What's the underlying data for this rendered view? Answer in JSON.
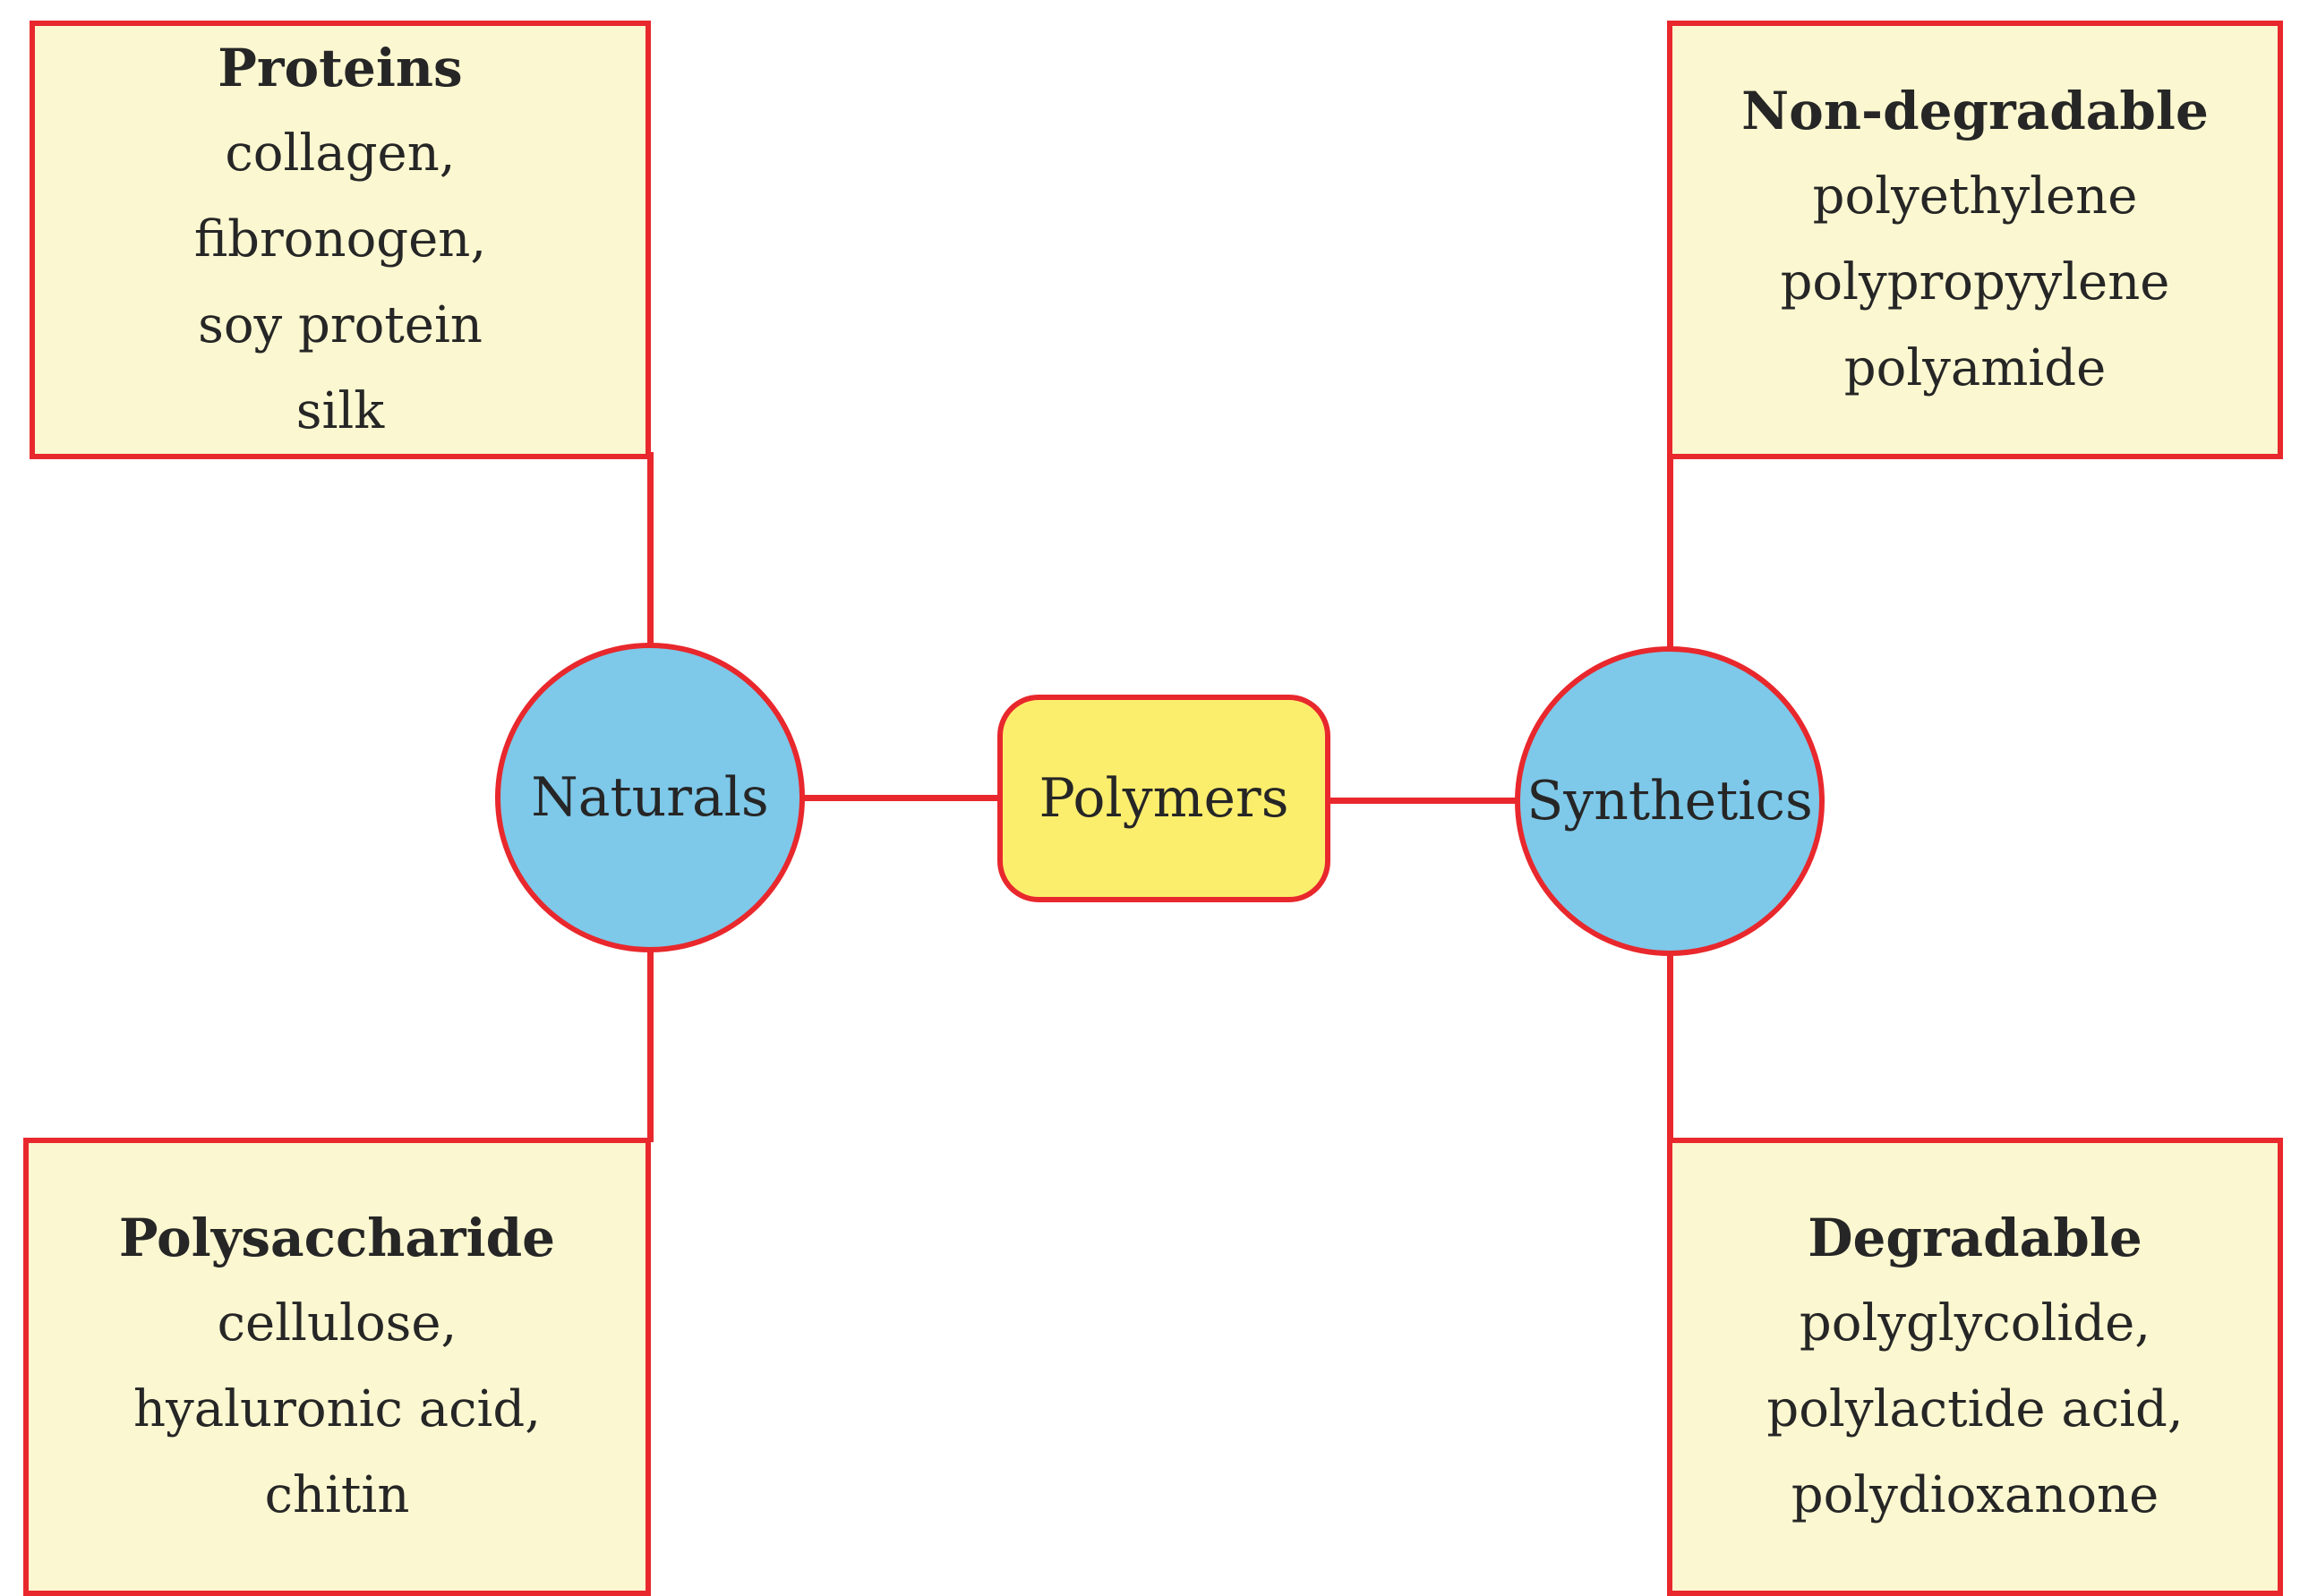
{
  "center_node": {
    "label": "Polymers"
  },
  "left_node": {
    "label": "Naturals"
  },
  "right_node": {
    "label": "Synthetics"
  },
  "boxes": {
    "top_left": {
      "title": "Proteins",
      "lines": [
        "collagen,",
        "fibronogen,",
        "soy protein",
        "silk"
      ]
    },
    "bottom_left": {
      "title": "Polysaccharide",
      "lines": [
        "cellulose,",
        "hyaluronic acid,",
        "chitin"
      ]
    },
    "top_right": {
      "title": "Non-degradable",
      "lines": [
        "polyethylene",
        "polypropyylene",
        "polyamide"
      ]
    },
    "bottom_right": {
      "title": "Degradable",
      "lines": [
        "polyglycolide,",
        "polylactide acid,",
        "polydioxanone"
      ]
    }
  },
  "colors": {
    "box_fill": "#fbf7d0",
    "center_fill": "#fcee6d",
    "node_fill": "#7ec8e9",
    "line": "#e8282d",
    "text": "#262626"
  }
}
